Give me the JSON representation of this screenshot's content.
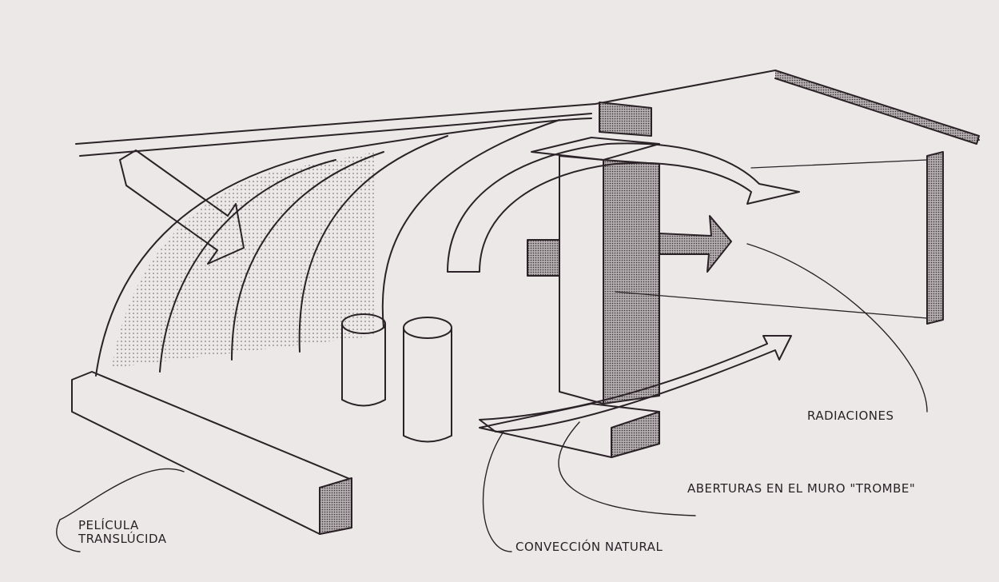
{
  "diagram": {
    "labels": {
      "radiaciones": "RADIACIONES",
      "aberturas": "ABERTURAS EN EL MURO \"TROMBE\"",
      "conveccion": "CONVECCIÓN NATURAL",
      "pelicula_line1": "PELÍCULA",
      "pelicula_line2": "TRANSLÚCIDA"
    },
    "colors": {
      "paper": "#ece8e8",
      "ink": "#2a2226"
    }
  }
}
